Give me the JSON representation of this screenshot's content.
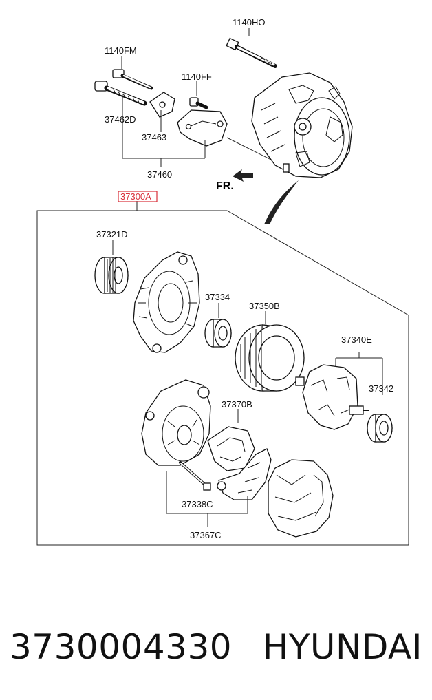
{
  "labels": {
    "l1140HO": "1140HO",
    "l1140FM": "1140FM",
    "l1140FF": "1140FF",
    "l37462D": "37462D",
    "l37463": "37463",
    "l37460": "37460",
    "l37300A": "37300A",
    "l37321D": "37321D",
    "l37334": "37334",
    "l37350B": "37350B",
    "l37340E": "37340E",
    "l37342": "37342",
    "l37370B": "37370B",
    "l37338C": "37338C",
    "l37367C": "37367C",
    "fr": "FR."
  },
  "footer": {
    "part_number": "3730004330",
    "brand": "HYUNDAI"
  },
  "colors": {
    "highlight": "#d9303a"
  }
}
